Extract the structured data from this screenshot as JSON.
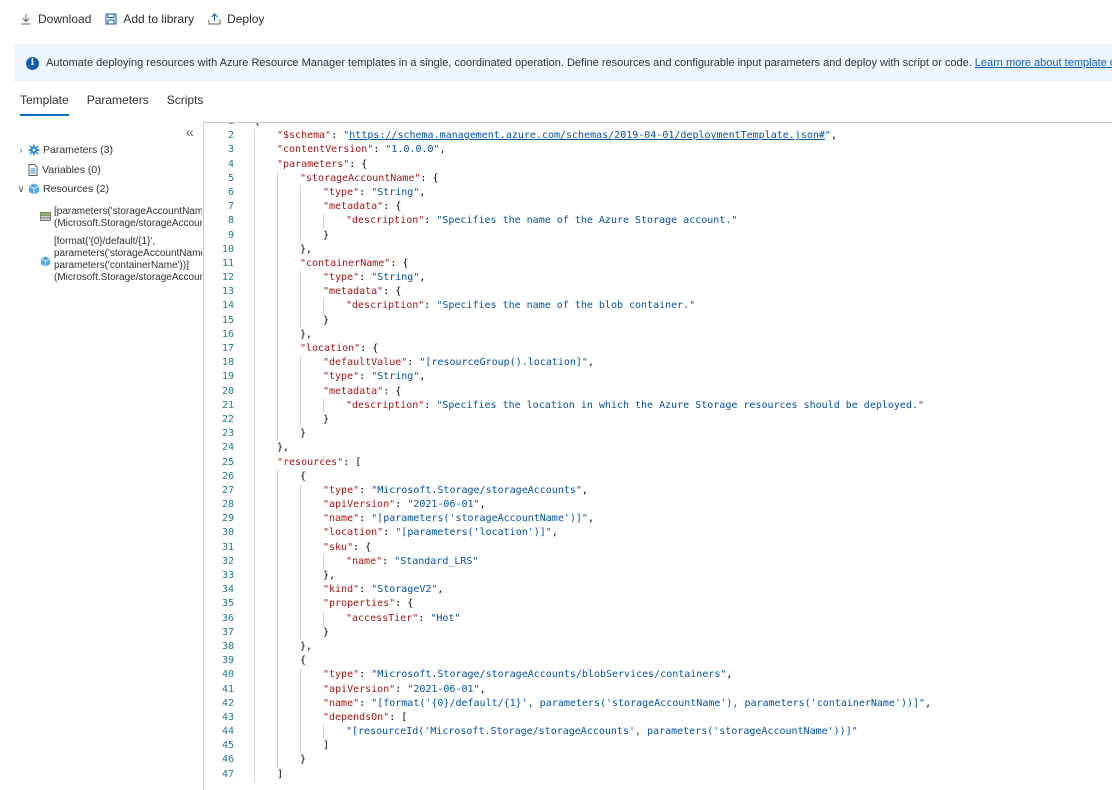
{
  "toolbar": {
    "download_label": "Download",
    "add_library_label": "Add to library",
    "deploy_label": "Deploy"
  },
  "info": {
    "text": "Automate deploying resources with Azure Resource Manager templates in a single, coordinated operation. Define resources and configurable input parameters and deploy with script or code.",
    "link": "Learn more about template deployment."
  },
  "tabs": [
    {
      "label": "Template"
    },
    {
      "label": "Parameters"
    },
    {
      "label": "Scripts"
    }
  ],
  "outline": {
    "parameters_label": "Parameters (3)",
    "variables_label": "Variables (0)",
    "resources_label": "Resources (2)",
    "resource1_line1": "[parameters('storageAccountName')]",
    "resource1_line2": "(Microsoft.Storage/storageAccounts)",
    "resource2_line1": "[format('{0}/default/{1}',",
    "resource2_line2": "parameters('storageAccountName'),",
    "resource2_line3": "parameters('containerName'))]",
    "resource2_line4": "(Microsoft.Storage/storageAccounts/blobServices/containers)"
  },
  "icons": {
    "download": "download-icon",
    "save": "save-icon",
    "deploy": "deploy-icon",
    "info": "info-icon",
    "gear": "gear-icon",
    "document": "document-icon",
    "cube": "cube-icon",
    "storage": "storage-icon"
  },
  "colors": {
    "accent": "#0f6cbd",
    "info_bg": "#f0f6ff",
    "json_key": "#a31515",
    "json_string": "#0451a5",
    "line_number": "#237893"
  },
  "code_lines": [
    "{",
    "\"$schema\": \"https://schema.management.azure.com/schemas/2019-04-01/deploymentTemplate.json#\",",
    "\"contentVersion\": \"1.0.0.0\",",
    "\"parameters\": {",
    "\"storageAccountName\": {",
    "\"type\": \"String\",",
    "\"metadata\": {",
    "\"description\": \"Specifies the name of the Azure Storage account.\"",
    "}",
    "},",
    "\"containerName\": {",
    "\"type\": \"String\",",
    "\"metadata\": {",
    "\"description\": \"Specifies the name of the blob container.\"",
    "}",
    "},",
    "\"location\": {",
    "\"defaultValue\": \"[resourceGroup().location]\",",
    "\"type\": \"String\",",
    "\"metadata\": {",
    "\"description\": \"Specifies the location in which the Azure Storage resources should be deployed.\"",
    "}",
    "}",
    "},",
    "\"resources\": [",
    "{",
    "\"type\": \"Microsoft.Storage/storageAccounts\",",
    "\"apiVersion\": \"2021-06-01\",",
    "\"name\": \"[parameters('storageAccountName')]\",",
    "\"location\": \"[parameters('location')]\",",
    "\"sku\": {",
    "\"name\": \"Standard_LRS\"",
    "},",
    "\"kind\": \"StorageV2\",",
    "\"properties\": {",
    "\"accessTier\": \"Hot\"",
    "}",
    "},",
    "{",
    "\"type\": \"Microsoft.Storage/storageAccounts/blobServices/containers\",",
    "\"apiVersion\": \"2021-06-01\",",
    "\"name\": \"[format('{0}/default/{1}', parameters('storageAccountName'), parameters('containerName'))]\",",
    "\"dependsOn\": [",
    "\"[resourceId('Microsoft.Storage/storageAccounts', parameters('storageAccountName'))]\"",
    "]",
    "}",
    "]"
  ]
}
